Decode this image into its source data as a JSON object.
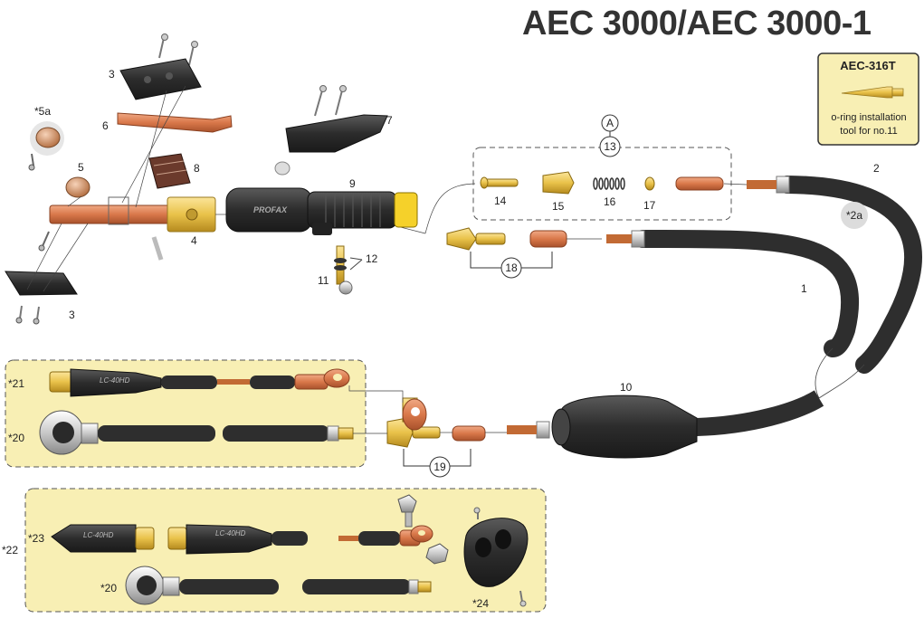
{
  "title": "AEC 3000/AEC 3000-1",
  "tool_box": {
    "code": "AEC-316T",
    "caption_line1": "o-ring installation",
    "caption_line2": "tool for no.11"
  },
  "brand_marks": {
    "handle": "PROFAX",
    "adapter": "LC-40HD"
  },
  "colors": {
    "cream": "#f8efb4",
    "copper": "#d9784a",
    "brass": "#e9c24a",
    "cable": "#3a3a3a"
  },
  "labels": {
    "p1": "1",
    "p2": "2",
    "p2a": "*2a",
    "p3_top": "3",
    "p3_bottom": "3",
    "p4": "4",
    "p5": "5",
    "p5a": "*5a",
    "p6": "6",
    "p7": "7",
    "p8": "8",
    "p9": "9",
    "p10": "10",
    "p11": "11",
    "p12": "12",
    "p13": "13",
    "p14": "14",
    "p15": "15",
    "p16": "16",
    "p17": "17",
    "p18": "18",
    "p19": "19",
    "p20a": "*20",
    "p20b": "*20",
    "p21": "*21",
    "p22": "*22",
    "p23": "*23",
    "p24": "*24",
    "pA": "A"
  }
}
